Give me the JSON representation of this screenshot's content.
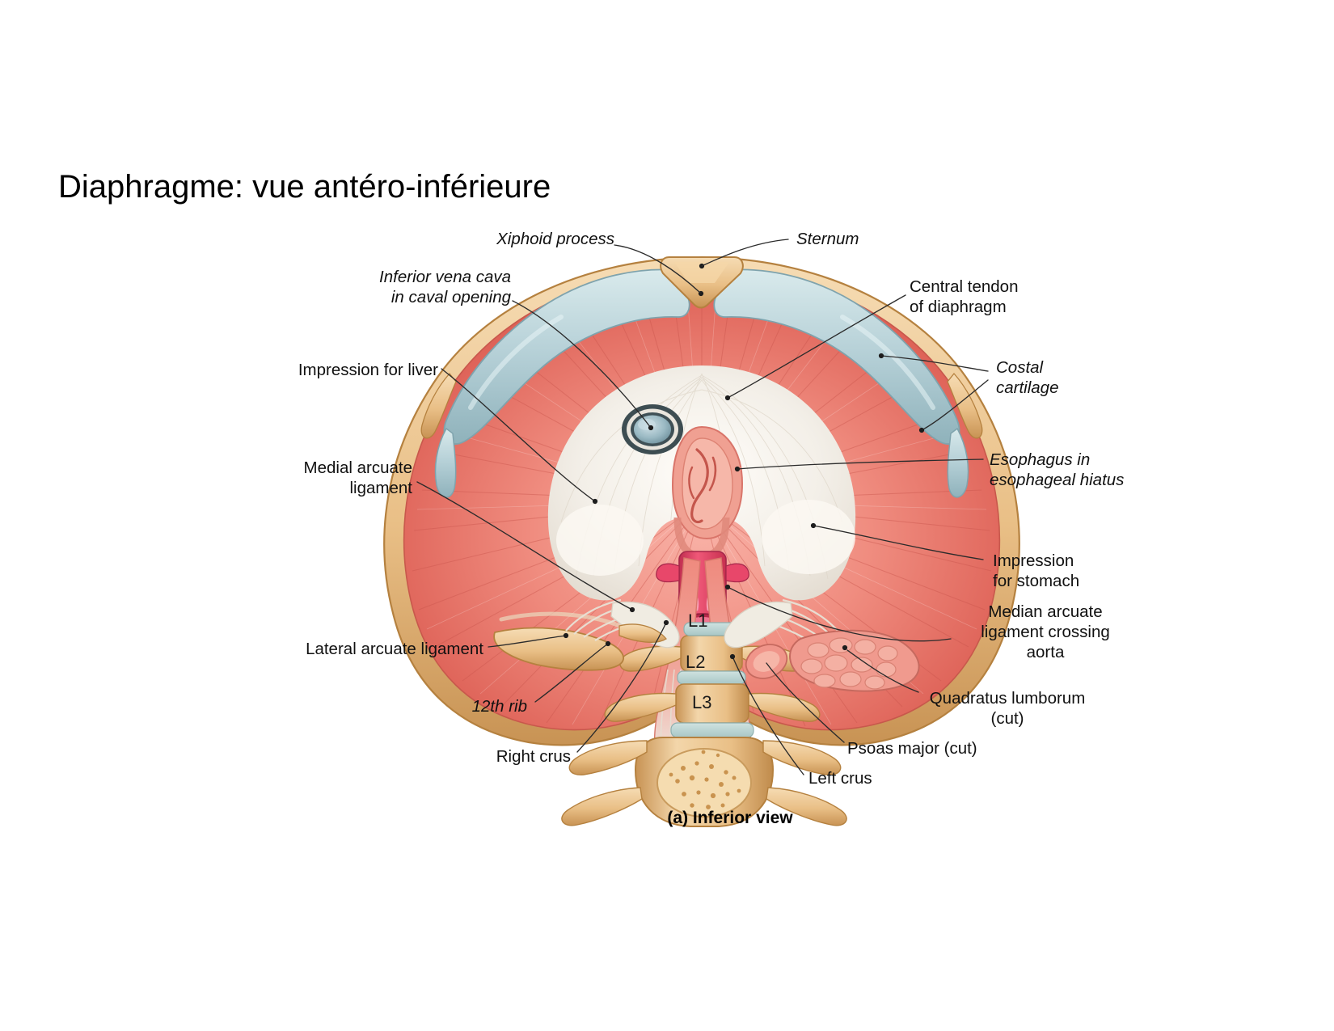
{
  "slide": {
    "title": "Diaphragme: vue antéro-inférieure",
    "background_color": "#ffffff"
  },
  "figure": {
    "caption": "(a) Inferior view",
    "palette": {
      "muscle_red": "#ef7d72",
      "muscle_red_dark": "#d9564c",
      "central_tendon_white": "#f4f1ec",
      "cartilage_blue": "#b9d3d8",
      "bone_tan": "#e9bf86",
      "bone_tan_dark": "#c89354",
      "aorta_pink": "#e8476a",
      "vena_cava_blue": "#8fb0bb",
      "leader_line": "#2b2b2b",
      "text": "#111111"
    },
    "labels": [
      {
        "id": "xiphoid-process",
        "text": "Xiphoid process",
        "style": "italic",
        "align": "right"
      },
      {
        "id": "sternum",
        "text": "Sternum",
        "style": "italic",
        "align": "left"
      },
      {
        "id": "inferior-vena-cava",
        "text": "Inferior vena cava\nin caval opening",
        "style": "italic",
        "align": "right"
      },
      {
        "id": "central-tendon",
        "text": "Central tendon\nof diaphragm",
        "style": "regular",
        "align": "left"
      },
      {
        "id": "impression-for-liver",
        "text": "Impression for liver",
        "style": "regular",
        "align": "right"
      },
      {
        "id": "costal-cartilage",
        "text": "Costal\ncartilage",
        "style": "italic",
        "align": "left"
      },
      {
        "id": "medial-arcuate-ligament",
        "text": "Medial arcuate\nligament",
        "style": "regular",
        "align": "right"
      },
      {
        "id": "esophagus-hiatus",
        "text": "Esophagus in\nesophageal hiatus",
        "style": "italic",
        "align": "left"
      },
      {
        "id": "impression-for-stomach",
        "text": "Impression\nfor stomach",
        "style": "regular",
        "align": "left"
      },
      {
        "id": "lateral-arcuate-ligament",
        "text": "Lateral arcuate ligament",
        "style": "regular",
        "align": "right"
      },
      {
        "id": "median-arcuate-ligament",
        "text": "Median arcuate\nligament crossing\naorta",
        "style": "regular",
        "align": "center"
      },
      {
        "id": "twelfth-rib",
        "text": "12th rib",
        "style": "italic",
        "align": "right"
      },
      {
        "id": "quadratus-lumborum",
        "text": "Quadratus lumborum\n(cut)",
        "style": "regular",
        "align": "center"
      },
      {
        "id": "psoas-major",
        "text": "Psoas major (cut)",
        "style": "regular",
        "align": "left"
      },
      {
        "id": "right-crus",
        "text": "Right crus",
        "style": "regular",
        "align": "right"
      },
      {
        "id": "left-crus",
        "text": "Left crus",
        "style": "regular",
        "align": "left"
      }
    ],
    "vertebra_labels": [
      {
        "id": "l1",
        "text": "L1"
      },
      {
        "id": "l2",
        "text": "L2"
      },
      {
        "id": "l3",
        "text": "L3"
      }
    ]
  }
}
